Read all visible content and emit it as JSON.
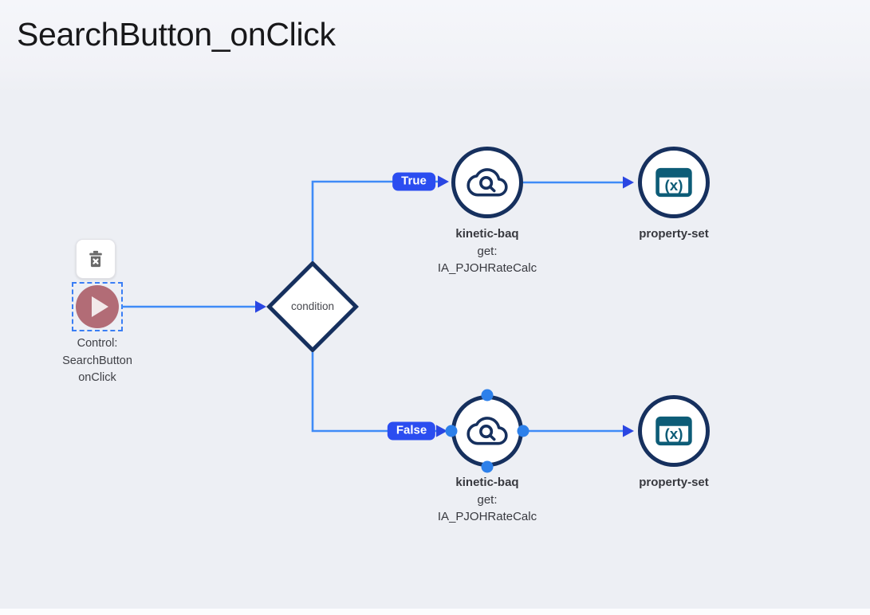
{
  "header": {
    "title": "SearchButton_onClick"
  },
  "diagram": {
    "control_node": {
      "lines": [
        "Control:",
        "SearchButton",
        "onClick"
      ]
    },
    "condition_node": {
      "label": "condition"
    },
    "branches": [
      {
        "badge": "True",
        "kinetic_node": {
          "title": "kinetic-baq",
          "operation": "get:",
          "target": "IA_PJOHRateCalc"
        },
        "property_node": {
          "label": "property-set"
        }
      },
      {
        "badge": "False",
        "kinetic_node": {
          "title": "kinetic-baq",
          "operation": "get:",
          "target": "IA_PJOHRateCalc"
        },
        "property_node": {
          "label": "property-set"
        }
      }
    ],
    "icons": {
      "property_set_glyph": "(x)"
    },
    "colors": {
      "connector_line": "#3f8bf7",
      "arrowhead": "#2a46e2",
      "branch_badge": "#2b4df0",
      "node_border_navy": "#16305e",
      "property_icon_teal": "#0d5c77",
      "control_circle_rose": "#b26c76",
      "selection_dashed_blue": "#3a7ef5",
      "connection_dot_blue": "#2d80ea",
      "canvas_background": "#edeff4"
    }
  }
}
